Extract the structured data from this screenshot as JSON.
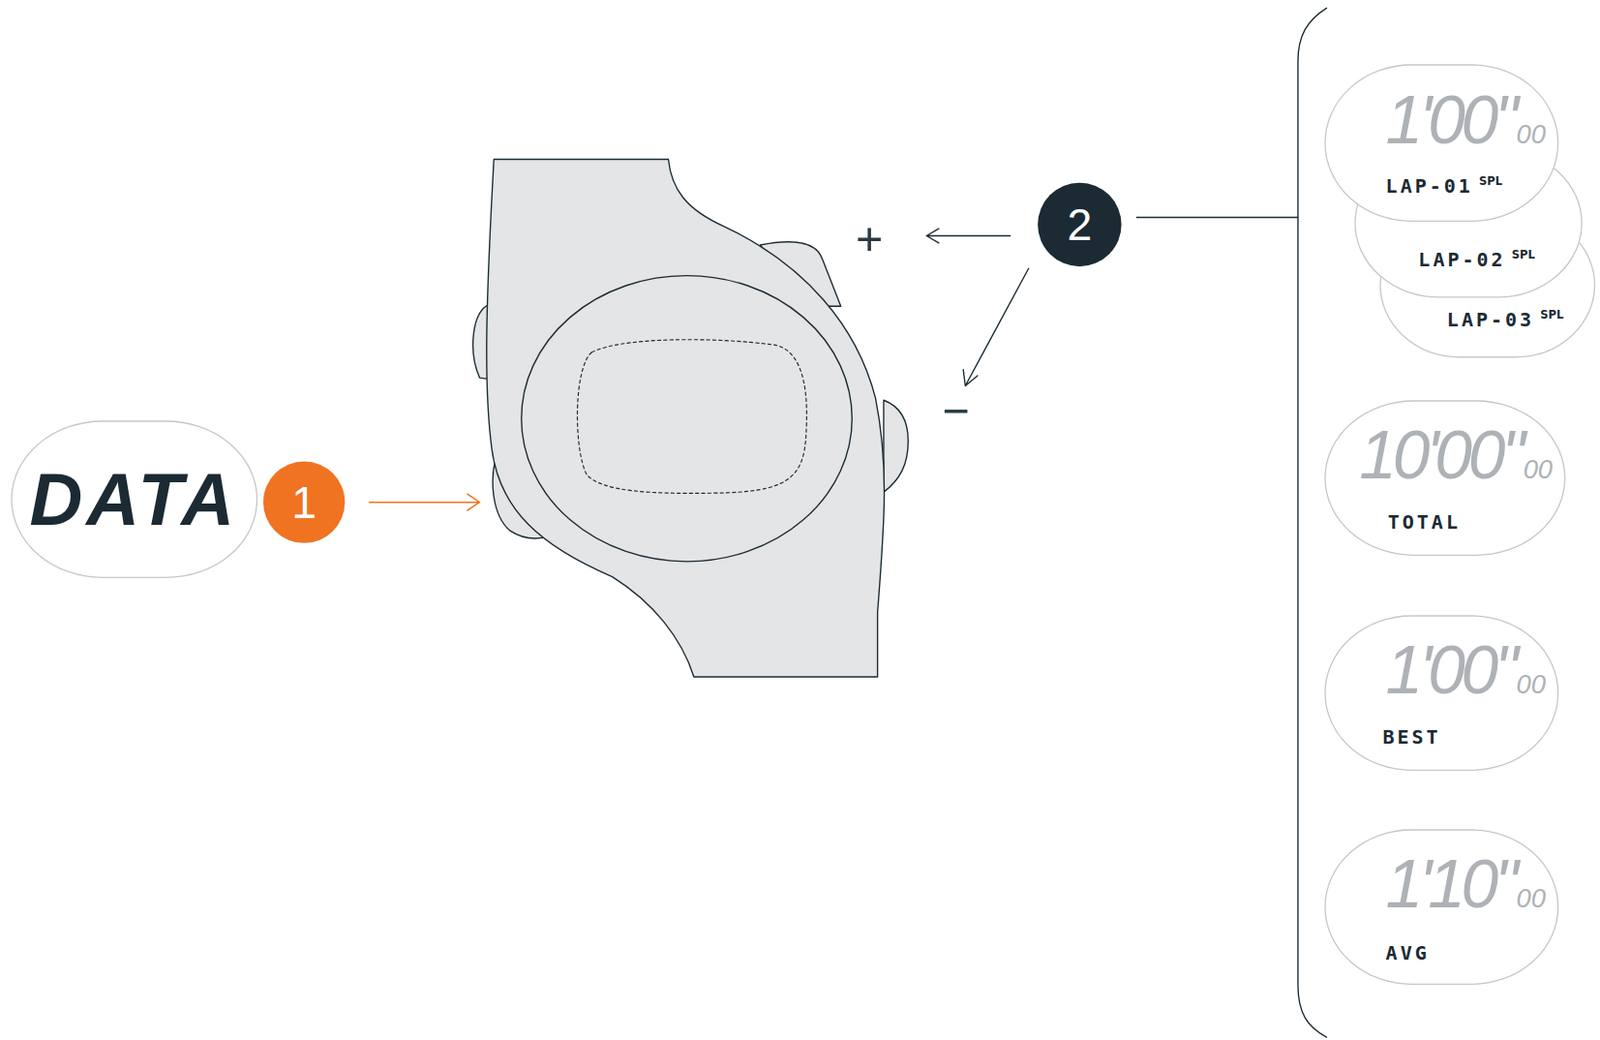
{
  "diagram": {
    "nodes": [
      {
        "text": [
          "DATA"
        ]
      },
      {
        "text": [
          "1'00\"",
          "00",
          "LAP-01",
          "SPL"
        ]
      },
      {
        "text": [
          "LAP-02",
          "SPL"
        ]
      },
      {
        "text": [
          "LAP-03",
          "SPL"
        ]
      },
      {
        "text": [
          "10'00\"",
          "00",
          "TOTAL"
        ]
      },
      {
        "text": [
          "1'00\"",
          "00",
          "BEST"
        ]
      },
      {
        "text": [
          "1'10\"",
          "00",
          "AVG"
        ]
      }
    ],
    "labels": [
      "1",
      "2",
      "+",
      "−"
    ]
  }
}
